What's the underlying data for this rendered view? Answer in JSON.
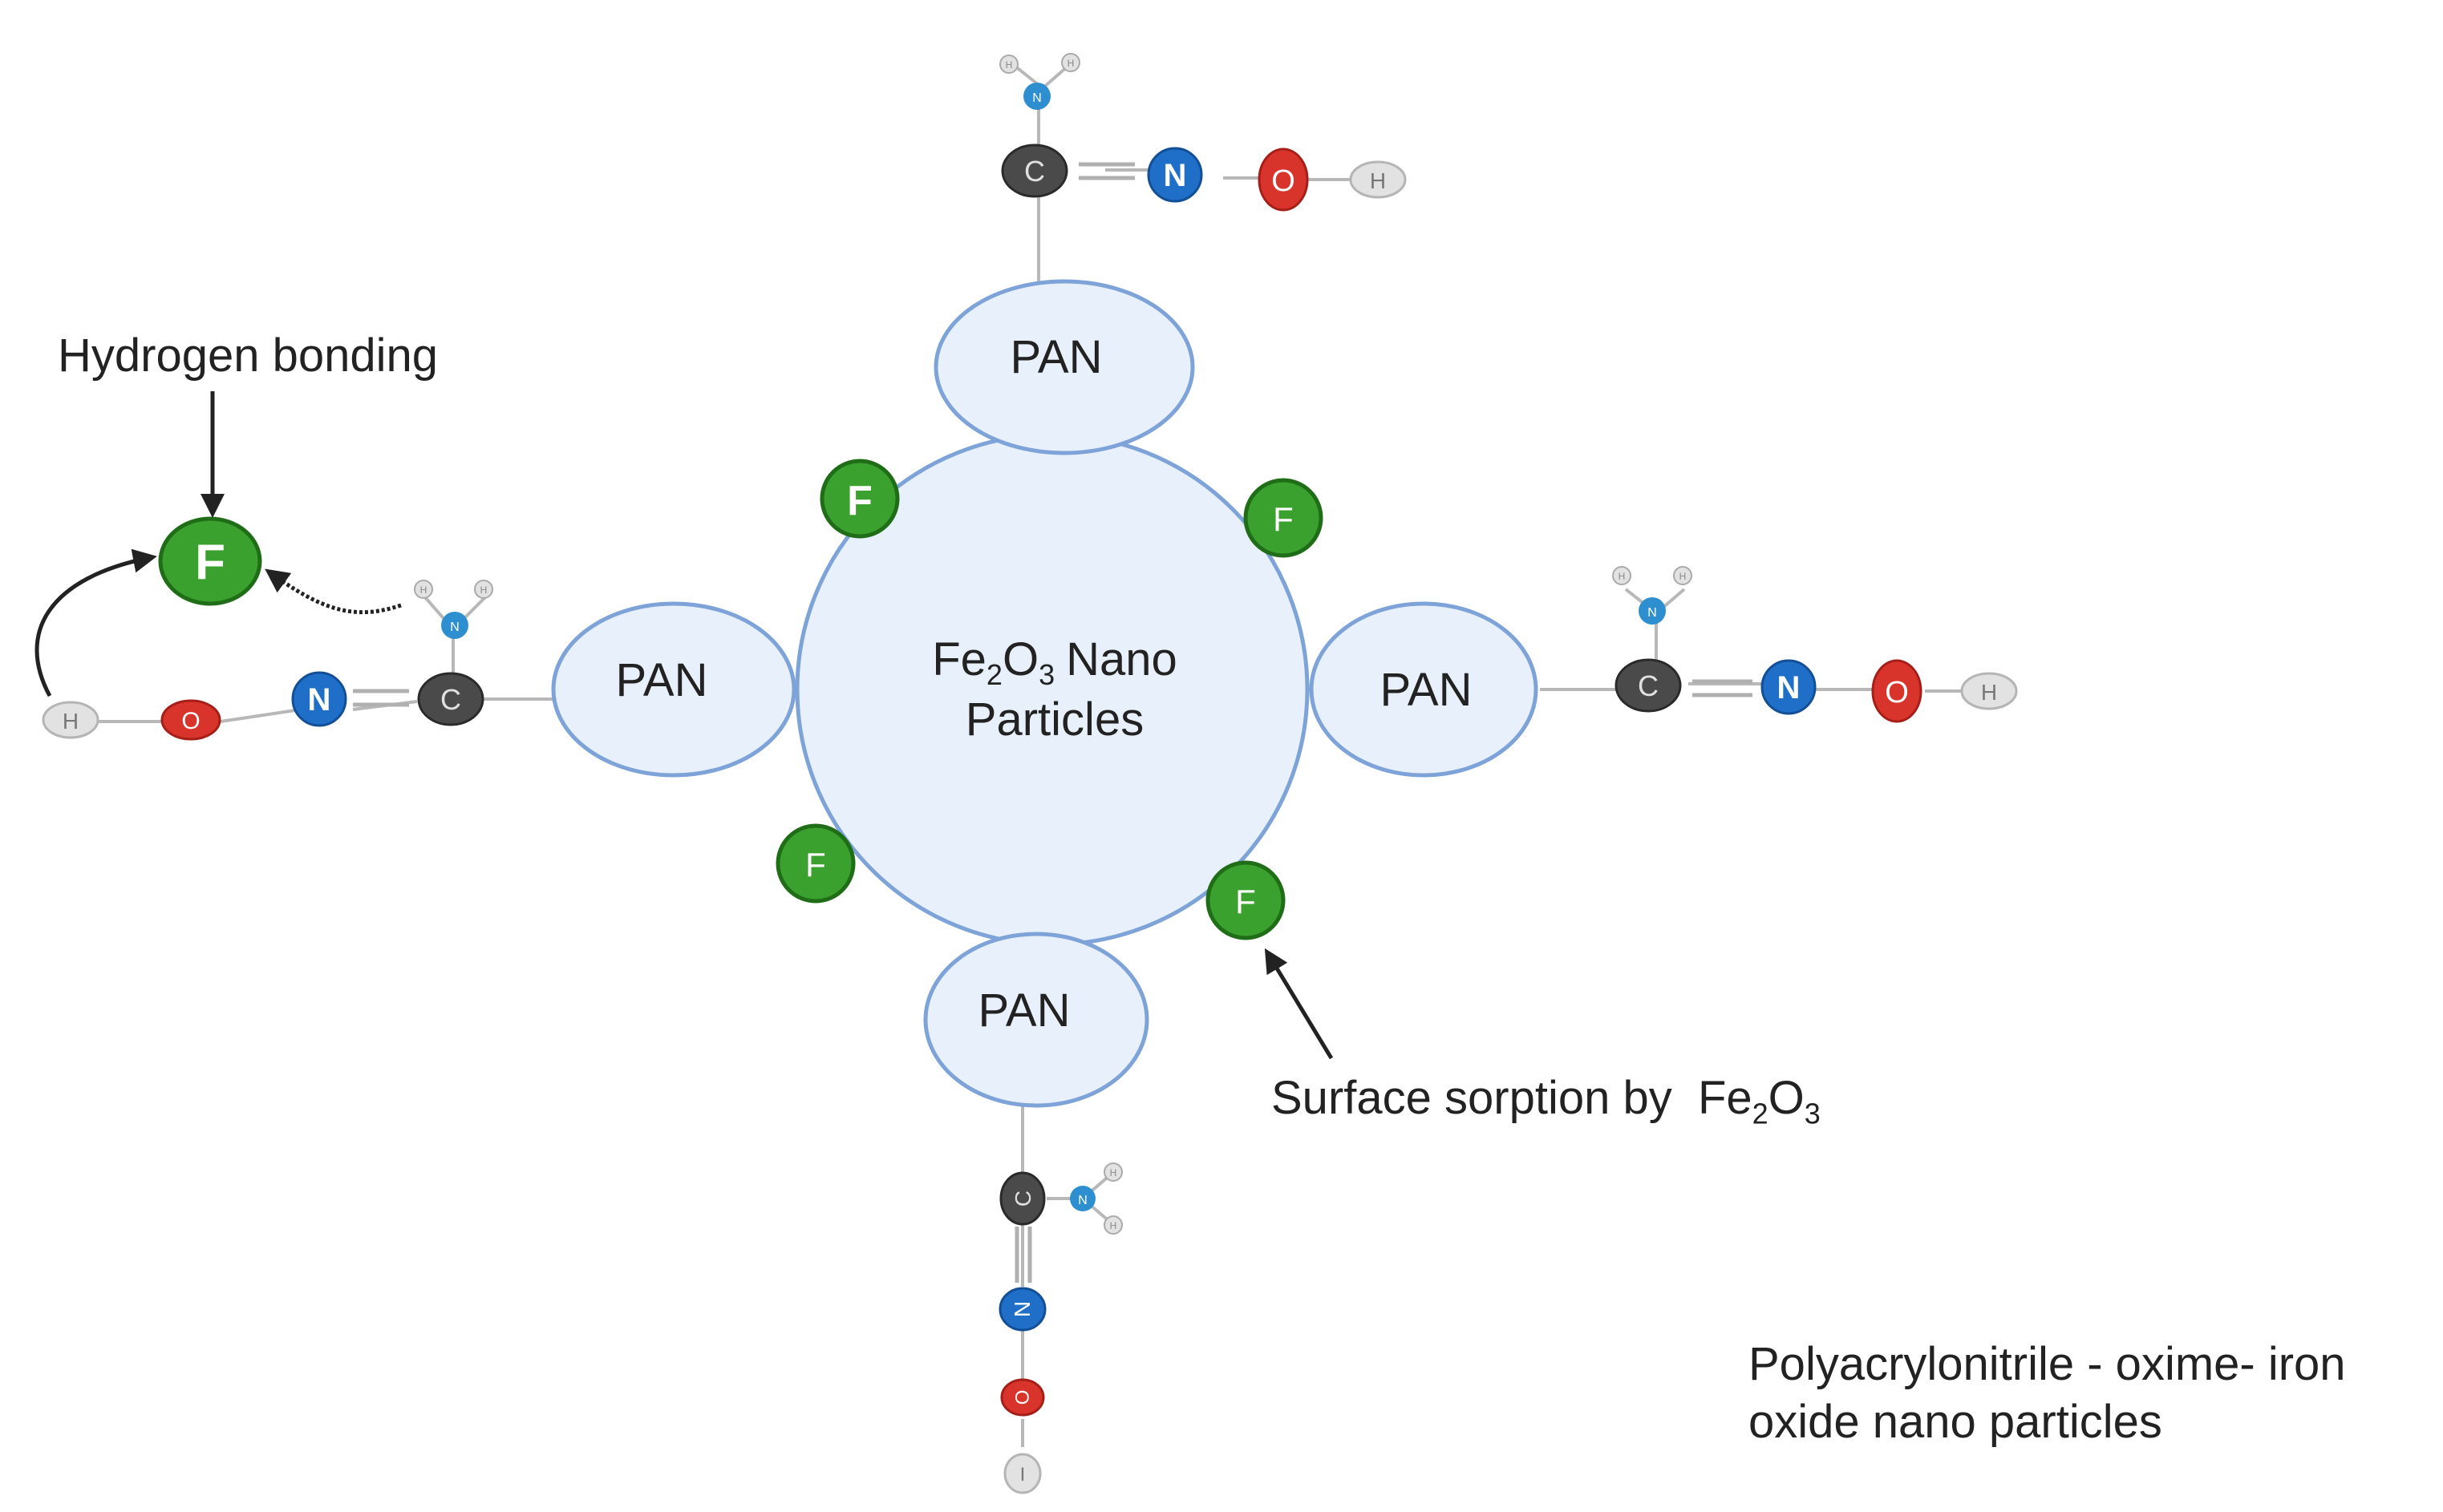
{
  "labels": {
    "hydrogen_bonding": "Hydrogen bonding",
    "surface_sorption_prefix": "Surface sorption by",
    "fe2o3_fe": "Fe",
    "fe2o3_sub2": "2",
    "fe2o3_o": "O",
    "fe2o3_sub3": "3",
    "core_nano": "Nano",
    "core_particles": "Particles",
    "caption_line1": "Polyacrylonitrile - oxime- iron",
    "caption_line2": "oxide nano particles"
  },
  "pan_label": "PAN",
  "fluoride_label": "F",
  "atoms": {
    "carbon": "C",
    "nitrogen": "N",
    "oxygen": "O",
    "hydrogen": "H",
    "amine_n": "N",
    "amine_h": "H",
    "oxygen_vertical": "O",
    "hydrogen_vertical": "I"
  },
  "colors": {
    "particle_fill": "#e8f1fb",
    "particle_stroke": "#7da3d8",
    "fluoride_fill": "#3aa02e",
    "fluoride_stroke": "#1f6d16",
    "carbon": "#4a4a4a",
    "nitrogen": "#1f6fc9",
    "oxygen": "#d9342b",
    "hydrogen": "#e2e2e2",
    "amine_n": "#2e8fd0"
  }
}
